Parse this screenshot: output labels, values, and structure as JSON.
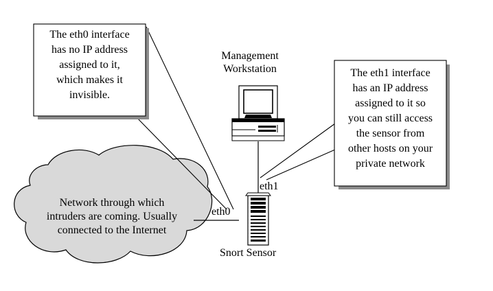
{
  "callout_eth0": {
    "lines": [
      "The eth0 interface",
      "has no IP address",
      "assigned to it,",
      "which makes it",
      "invisible."
    ]
  },
  "callout_eth1": {
    "lines": [
      "The eth1 interface",
      "has an IP address",
      "assigned to it so",
      "you can still access",
      "the sensor from",
      "other hosts on your",
      "private network"
    ]
  },
  "workstation": {
    "lines": [
      "Management",
      "Workstation"
    ]
  },
  "sensor": {
    "label": "Snort Sensor"
  },
  "interfaces": {
    "eth0": "eth0",
    "eth1": "eth1"
  },
  "cloud": {
    "lines": [
      "Network through which",
      "intruders are coming. Usually",
      "connected to the Internet"
    ]
  },
  "colors": {
    "cloud_fill": "#d9d9d9",
    "box_shadow": "#8c8c8c",
    "line": "#000000"
  }
}
